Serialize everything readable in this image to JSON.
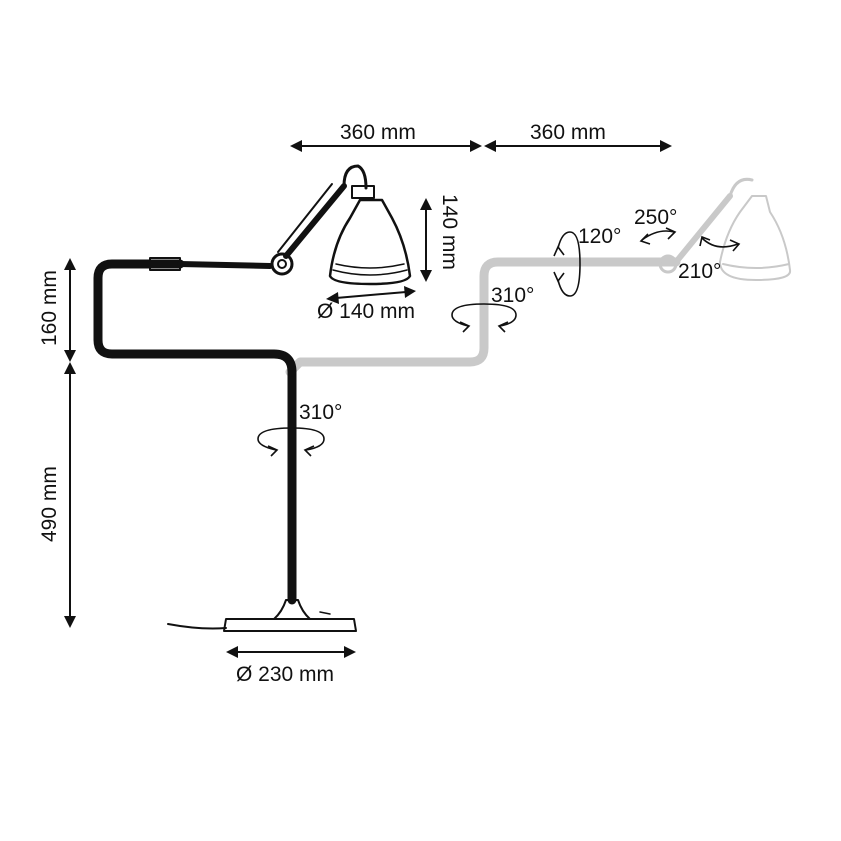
{
  "dimensions": {
    "arm_reach_1": "360 mm",
    "arm_reach_2": "360 mm",
    "shade_height": "140 mm",
    "shade_diameter": "Ø 140 mm",
    "upper_height": "160 mm",
    "lower_height": "490 mm",
    "base_diameter": "Ø 230 mm"
  },
  "rotations": {
    "stem_rotation": "310°",
    "elbow_rotation": "310°",
    "arm_tilt": "120°",
    "shade_joint_rotation": "250°",
    "shade_tilt": "210°"
  },
  "colors": {
    "line": "#111111",
    "ghost": "#c9c9c9"
  }
}
